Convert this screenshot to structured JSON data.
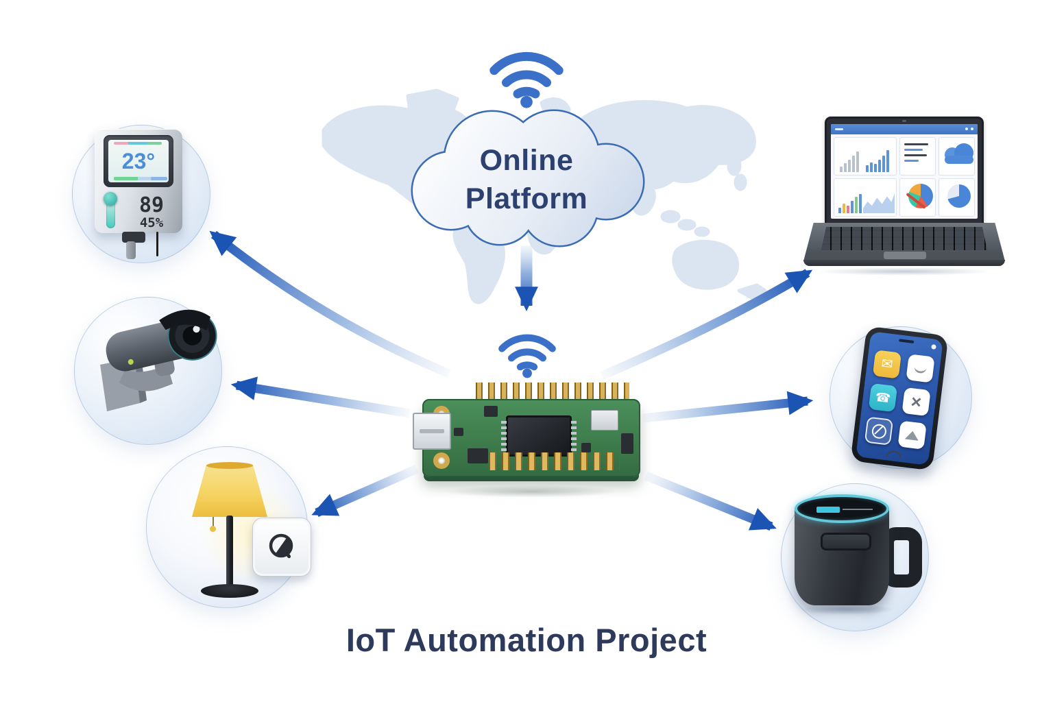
{
  "title": "IoT Automation Project",
  "cloud": {
    "line1": "Online",
    "line2": "Platform"
  },
  "thermostat": {
    "temperature": "23°",
    "upper_reading": "89",
    "lower_reading": "45%"
  },
  "phone_icons": {
    "mail": "✉",
    "phone": "☎",
    "close": "×"
  },
  "devices": [
    {
      "name": "smart-thermostat"
    },
    {
      "name": "security-camera"
    },
    {
      "name": "smart-lamp"
    },
    {
      "name": "laptop-dashboard"
    },
    {
      "name": "smartphone"
    },
    {
      "name": "smart-speaker"
    },
    {
      "name": "microcontroller-board"
    },
    {
      "name": "online-platform-cloud"
    }
  ],
  "colors": {
    "arrow_blue": "#1d55b5",
    "wifi_blue": "#3b70c8",
    "cloud_border": "#3a6cb4",
    "title_navy": "#2d3a5c",
    "map_tint": "#dbe4f1",
    "pcb_green": "#3e7c4c",
    "lamp_yellow": "#f5d463",
    "led_cyan": "#5ad4e8"
  }
}
